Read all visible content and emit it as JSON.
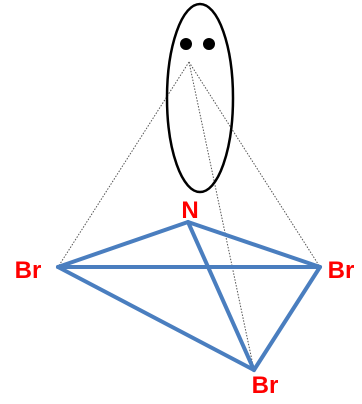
{
  "molecule": {
    "central_atom": "N",
    "ligands": [
      "Br",
      "Br",
      "Br"
    ],
    "lone_pair_electrons": 2
  },
  "colors": {
    "atom_label": "#ff0000",
    "bond": "#4a7ebf",
    "orbital": "#000000",
    "guide_line": "#555555",
    "background": "#ffffff"
  }
}
